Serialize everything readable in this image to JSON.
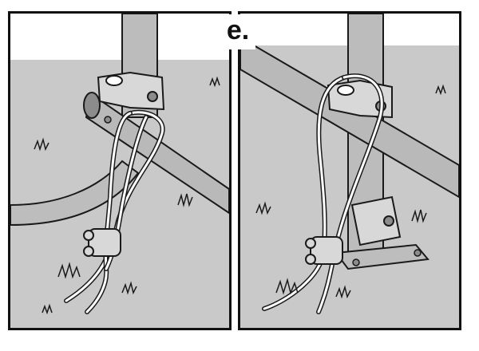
{
  "step": {
    "label": "e."
  },
  "colors": {
    "ground": "#c9c9c9",
    "sky": "#ffffff",
    "metal": "#b9b9b9",
    "metal_dark": "#8c8c8c",
    "outline": "#1a1a1a",
    "cable": "#ffffff"
  },
  "icons": {
    "left_panel": "cable-wrapped-crossbar-illustration",
    "right_panel": "cable-loop-over-crossbar-with-baseplate-illustration"
  }
}
